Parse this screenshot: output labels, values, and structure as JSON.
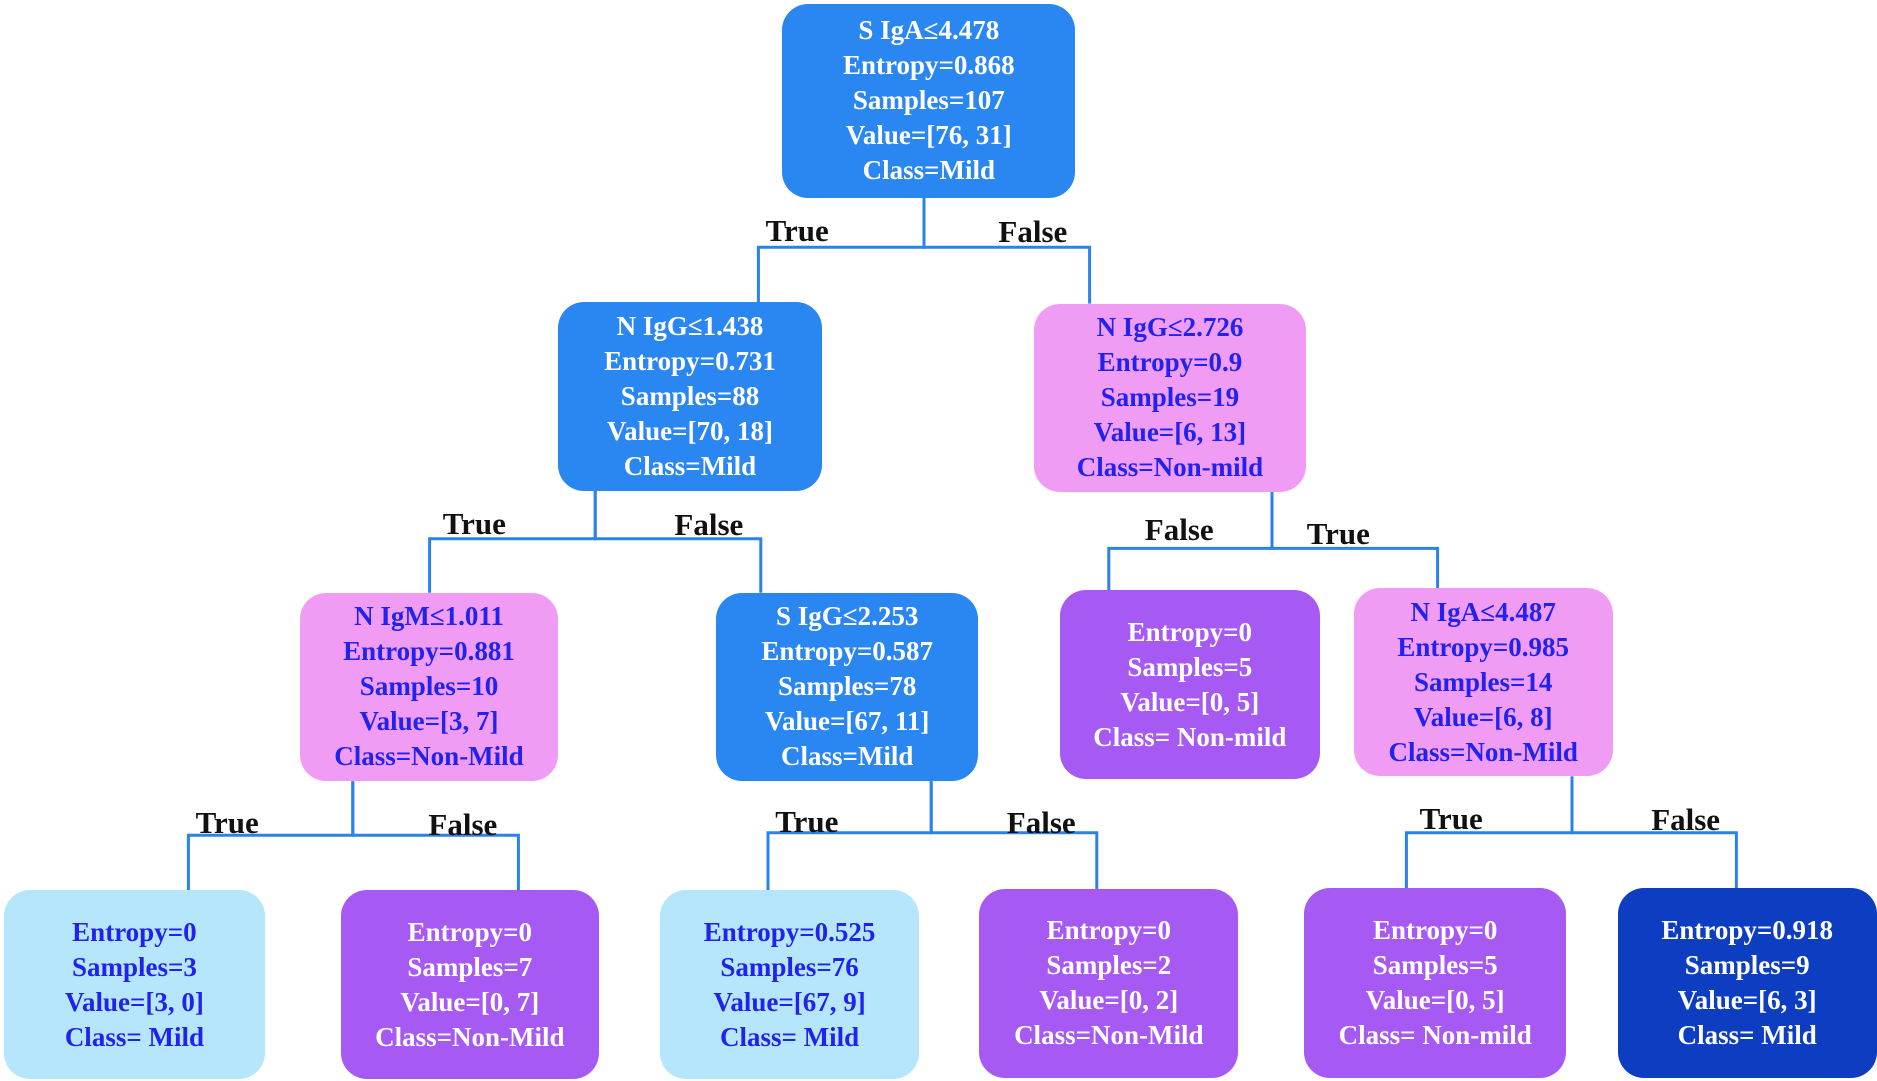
{
  "colors": {
    "split_mild": "#2a86f0",
    "split_nonmild": "#f19cf4",
    "leaf_light": "#b5e6fb",
    "leaf_purple": "#a65af3",
    "leaf_dark": "#0d3ec1",
    "edge": "#2b82e8",
    "text_white": "#ffffff",
    "text_blue": "#2222ee"
  },
  "nodes": [
    {
      "id": "root",
      "style": "split_mild",
      "lines": [
        "S IgA≤4.478",
        "Entropy=0.868",
        "Samples=107",
        "Value=[76, 31]",
        "Class=Mild"
      ]
    },
    {
      "id": "l1_left",
      "style": "split_mild",
      "lines": [
        "N IgG≤1.438",
        "Entropy=0.731",
        "Samples=88",
        "Value=[70, 18]",
        "Class=Mild"
      ]
    },
    {
      "id": "l1_right",
      "style": "split_nonmild",
      "lines": [
        "N IgG≤2.726",
        "Entropy=0.9",
        "Samples=19",
        "Value=[6, 13]",
        "Class=Non-mild"
      ]
    },
    {
      "id": "l2_a",
      "style": "split_nonmild",
      "lines": [
        "N IgM≤1.011",
        "Entropy=0.881",
        "Samples=10",
        "Value=[3, 7]",
        "Class=Non-Mild"
      ]
    },
    {
      "id": "l2_b",
      "style": "split_mild",
      "lines": [
        "S IgG≤2.253",
        "Entropy=0.587",
        "Samples=78",
        "Value=[67, 11]",
        "Class=Mild"
      ]
    },
    {
      "id": "l2_c",
      "style": "leaf_purple",
      "lines": [
        "Entropy=0",
        "Samples=5",
        "Value=[0, 5]",
        "Class= Non-mild"
      ]
    },
    {
      "id": "l2_d",
      "style": "split_nonmild",
      "lines": [
        "N IgA≤4.487",
        "Entropy=0.985",
        "Samples=14",
        "Value=[6, 8]",
        "Class=Non-Mild"
      ]
    },
    {
      "id": "leaf1",
      "style": "leaf_light",
      "lines": [
        "Entropy=0",
        "Samples=3",
        "Value=[3, 0]",
        "Class= Mild"
      ]
    },
    {
      "id": "leaf2",
      "style": "leaf_purple",
      "lines": [
        "Entropy=0",
        "Samples=7",
        "Value=[0, 7]",
        "Class=Non-Mild"
      ]
    },
    {
      "id": "leaf3",
      "style": "leaf_light",
      "lines": [
        "Entropy=0.525",
        "Samples=76",
        "Value=[67, 9]",
        "Class= Mild"
      ]
    },
    {
      "id": "leaf4",
      "style": "leaf_purple",
      "lines": [
        "Entropy=0",
        "Samples=2",
        "Value=[0, 2]",
        "Class=Non-Mild"
      ]
    },
    {
      "id": "leaf5",
      "style": "leaf_purple",
      "lines": [
        "Entropy=0",
        "Samples=5",
        "Value=[0, 5]",
        "Class= Non-mild"
      ]
    },
    {
      "id": "leaf6",
      "style": "leaf_dark",
      "lines": [
        "Entropy=0.918",
        "Samples=9",
        "Value=[6, 3]",
        "Class= Mild"
      ]
    }
  ],
  "edges": [
    {
      "from": "root",
      "to": "l1_left",
      "label": "True"
    },
    {
      "from": "root",
      "to": "l1_right",
      "label": "False"
    },
    {
      "from": "l1_left",
      "to": "l2_a",
      "label": "True"
    },
    {
      "from": "l1_left",
      "to": "l2_b",
      "label": "False"
    },
    {
      "from": "l1_right",
      "to": "l2_c",
      "label": "False"
    },
    {
      "from": "l1_right",
      "to": "l2_d",
      "label": "True"
    },
    {
      "from": "l2_a",
      "to": "leaf1",
      "label": "True"
    },
    {
      "from": "l2_a",
      "to": "leaf2",
      "label": "False"
    },
    {
      "from": "l2_b",
      "to": "leaf3",
      "label": "True"
    },
    {
      "from": "l2_b",
      "to": "leaf4",
      "label": "False"
    },
    {
      "from": "l2_d",
      "to": "leaf5",
      "label": "True"
    },
    {
      "from": "l2_d",
      "to": "leaf6",
      "label": "False"
    }
  ]
}
